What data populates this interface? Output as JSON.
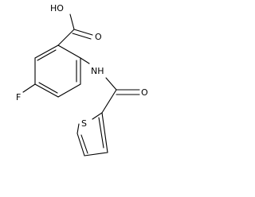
{
  "labels": {
    "hydroxyl": "HO",
    "carbonyl_acid_oxygen": "O",
    "amide_nh": "NH",
    "fluorine": "F",
    "amide_oxygen": "O",
    "sulfur": "S"
  }
}
